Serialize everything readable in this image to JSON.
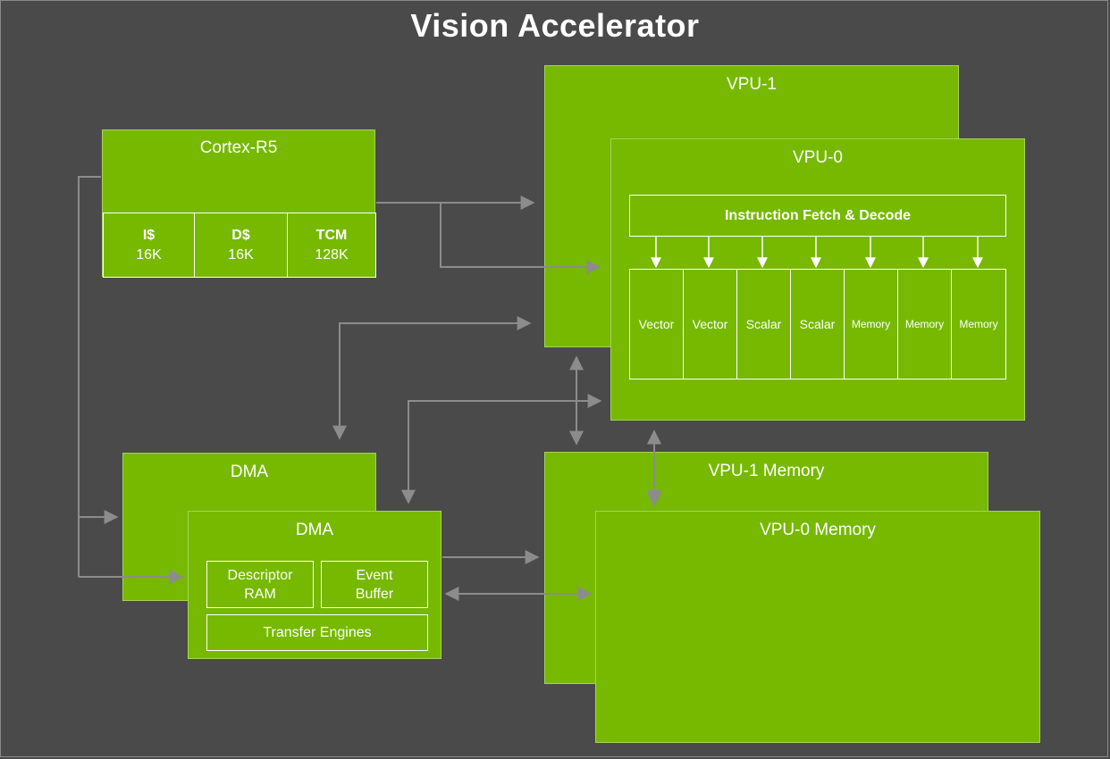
{
  "title": "Vision Accelerator",
  "cortex": {
    "title": "Cortex-R5",
    "caches": [
      {
        "name": "I$",
        "size": "16K"
      },
      {
        "name": "D$",
        "size": "16K"
      },
      {
        "name": "TCM",
        "size": "128K"
      }
    ]
  },
  "vpu1": {
    "title": "VPU-1"
  },
  "vpu0": {
    "title": "VPU-0",
    "fetch_decode": "Instruction Fetch & Decode",
    "units": [
      "Vector",
      "Vector",
      "Scalar",
      "Scalar",
      "Memory",
      "Memory",
      "Memory"
    ]
  },
  "dma_back": {
    "title": "DMA"
  },
  "dma_front": {
    "title": "DMA",
    "descriptor_ram": "Descriptor\nRAM",
    "event_buffer": "Event\nBuffer",
    "transfer_engines": "Transfer Engines"
  },
  "vpu1_memory": {
    "title": "VPU-1 Memory"
  },
  "vpu0_memory": {
    "title": "VPU-0 Memory"
  },
  "colors": {
    "background": "#4a4a4a",
    "block_green": "#76b900",
    "wire_gray": "#8c8c8c",
    "text": "#ffffff"
  }
}
